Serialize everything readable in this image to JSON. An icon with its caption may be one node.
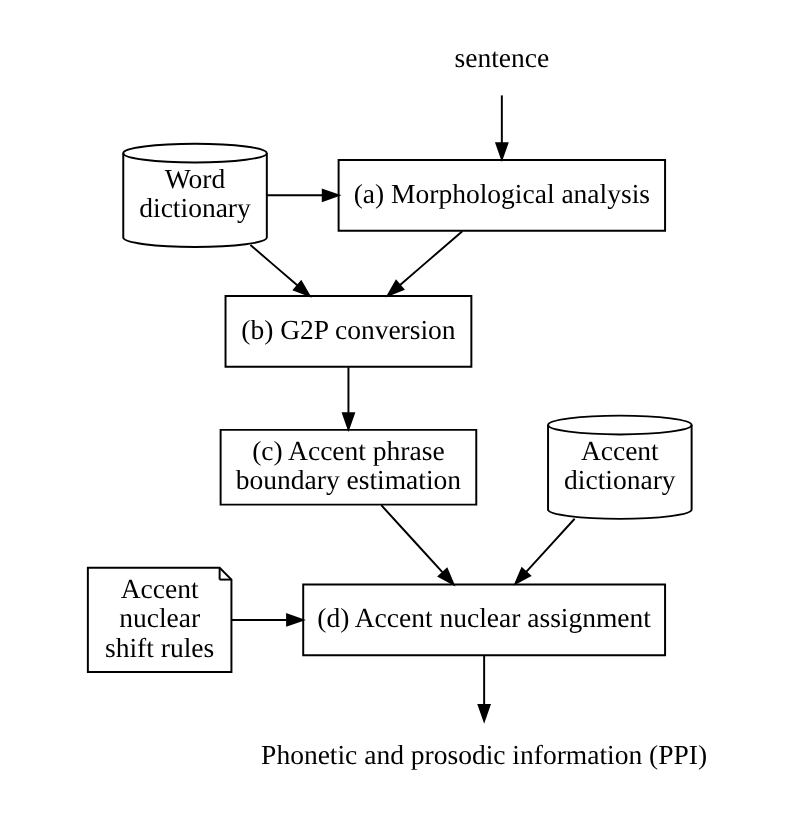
{
  "diagram": {
    "nodes": [
      {
        "text": [
          "sentence"
        ]
      },
      {
        "text": [
          "(a) Morphological analysis"
        ]
      },
      {
        "text": [
          "Word dictionary"
        ]
      },
      {
        "text": [
          "(b) G2P conversion"
        ]
      },
      {
        "text": [
          "(c) Accent phrase boundary estimation"
        ]
      },
      {
        "text": [
          "Accent dictionary"
        ]
      },
      {
        "text": [
          "(d) Accent nuclear assignment"
        ]
      },
      {
        "text": [
          "Accent nuclear shift rules"
        ]
      },
      {
        "text": [
          "Phonetic and prosodic information (PPI)"
        ]
      }
    ],
    "edges": [
      {
        "from": 0,
        "to": 1,
        "arrow": "to"
      },
      {
        "from": 2,
        "to": 1,
        "arrow": "to"
      },
      {
        "from": 1,
        "to": 3,
        "arrow": "to"
      },
      {
        "from": 2,
        "to": 3,
        "arrow": "to"
      },
      {
        "from": 3,
        "to": 4,
        "arrow": "to"
      },
      {
        "from": 4,
        "to": 6,
        "arrow": "to"
      },
      {
        "from": 5,
        "to": 6,
        "arrow": "to"
      },
      {
        "from": 7,
        "to": 6,
        "arrow": "to"
      },
      {
        "from": 6,
        "to": 8,
        "arrow": "to"
      }
    ]
  }
}
